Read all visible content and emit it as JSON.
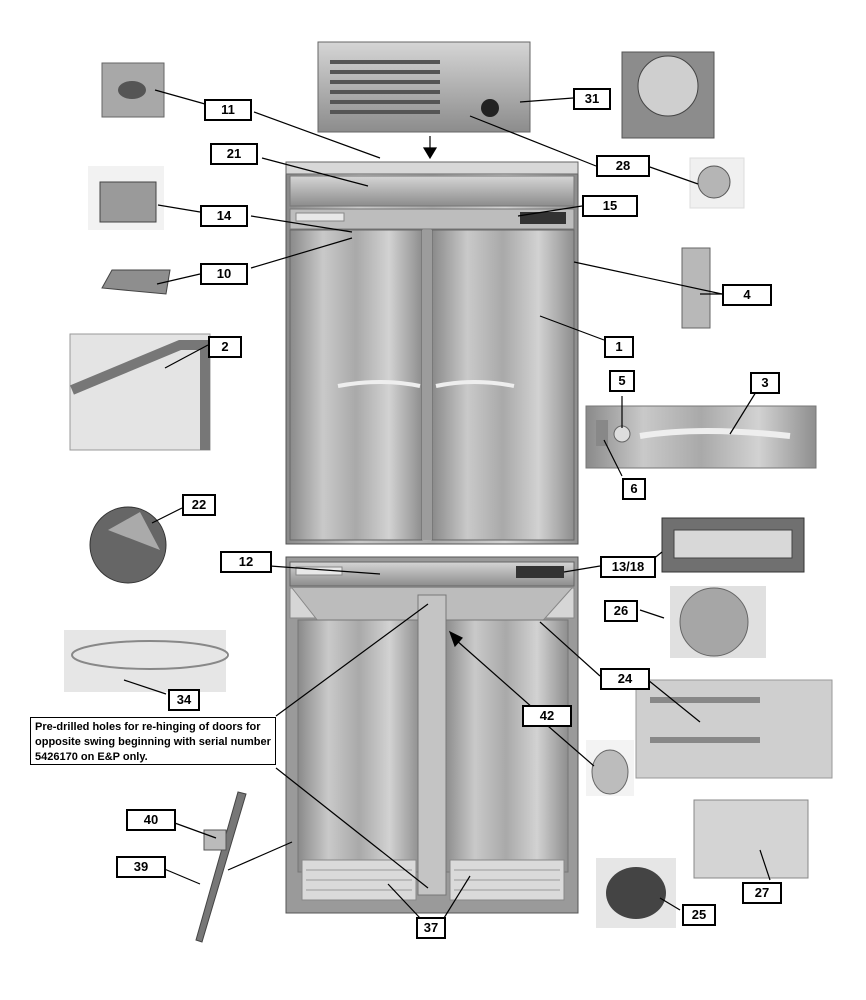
{
  "callouts": [
    "11",
    "21",
    "14",
    "10",
    "2",
    "22",
    "12",
    "34",
    "40",
    "39",
    "31",
    "28",
    "15",
    "4",
    "1",
    "5",
    "3",
    "6",
    "13/18",
    "26",
    "24",
    "42",
    "27",
    "25",
    "37"
  ],
  "note": "Pre-drilled holes for re-hinging of doors for opposite swing beginning with serial number 5426170 on E&P only.",
  "colors": {
    "steel": "#b8b8b8",
    "steel_dark": "#6e6e6e",
    "background": "#ffffff"
  }
}
